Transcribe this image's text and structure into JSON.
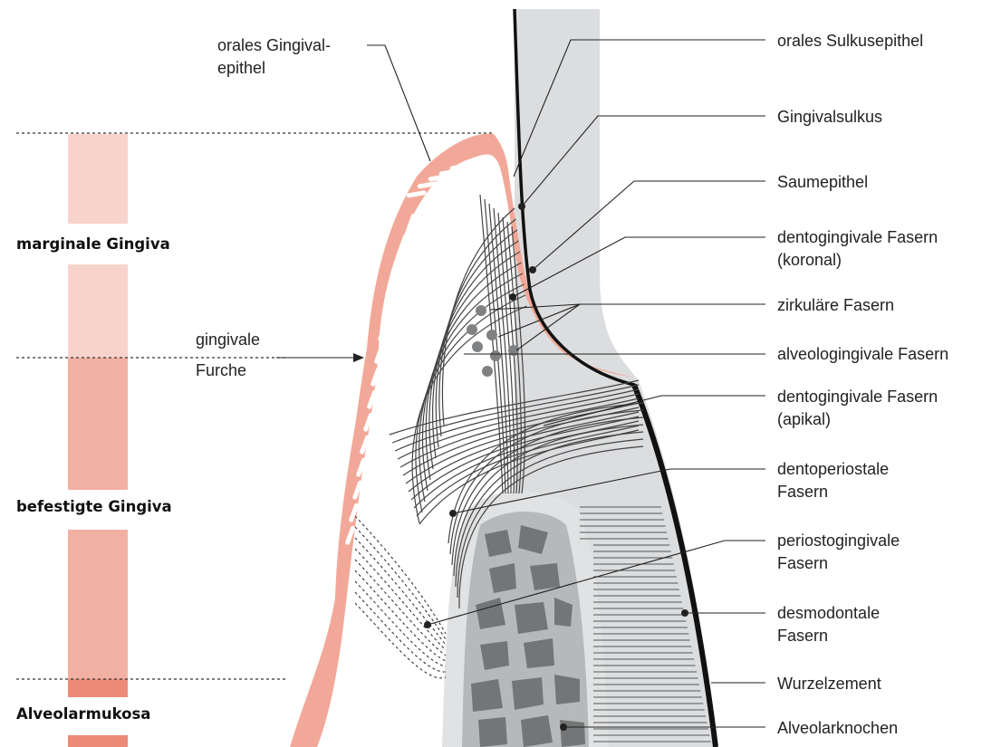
{
  "colors": {
    "gingiva_epithelium": "#f2a898",
    "tooth": "#dcdddf",
    "tooth_outline": "#111111",
    "bone_outer": "#e1e2e3",
    "bone_inner": "#b6b8ba",
    "bone_pieces": "#737577",
    "circular_fiber_dots": "#7f8183",
    "zone_bar_marginal": "#f8d3cb",
    "zone_bar_attached": "#f2b0a3",
    "zone_bar_mucosa": "#eb8b78"
  },
  "zones": {
    "marginal": "marginale Gingiva",
    "attached": "befestigte Gingiva",
    "mucosa": "Alveolarmukosa"
  },
  "labels": {
    "oral_epithelium_line1": "orales Gingival-",
    "oral_epithelium_line2": "epithel",
    "groove_line1": "gingivale",
    "groove_line2": "Furche",
    "sulcus_epithelium": "orales Sulkusepithel",
    "sulcus": "Gingivalsulkus",
    "junctional_epithelium": "Saumepithel",
    "dentogingival_coronal_line1": "dentogingivale Fasern",
    "dentogingival_coronal_line2": "(koronal)",
    "circular_fibers": "zirkuläre Fasern",
    "alveologingival_fibers": "alveologingivale Fasern",
    "dentogingival_apical_line1": "dentogingivale Fasern",
    "dentogingival_apical_line2": "(apikal)",
    "dentoperiosteal_line1": "dentoperiostale",
    "dentoperiosteal_line2": "Fasern",
    "periostogingival_line1": "periostogingivale",
    "periostogingival_line2": "Fasern",
    "periodontal_line1": "desmodontale",
    "periodontal_line2": "Fasern",
    "cementum": "Wurzelzement",
    "alveolar_bone": "Alveolarknochen"
  }
}
